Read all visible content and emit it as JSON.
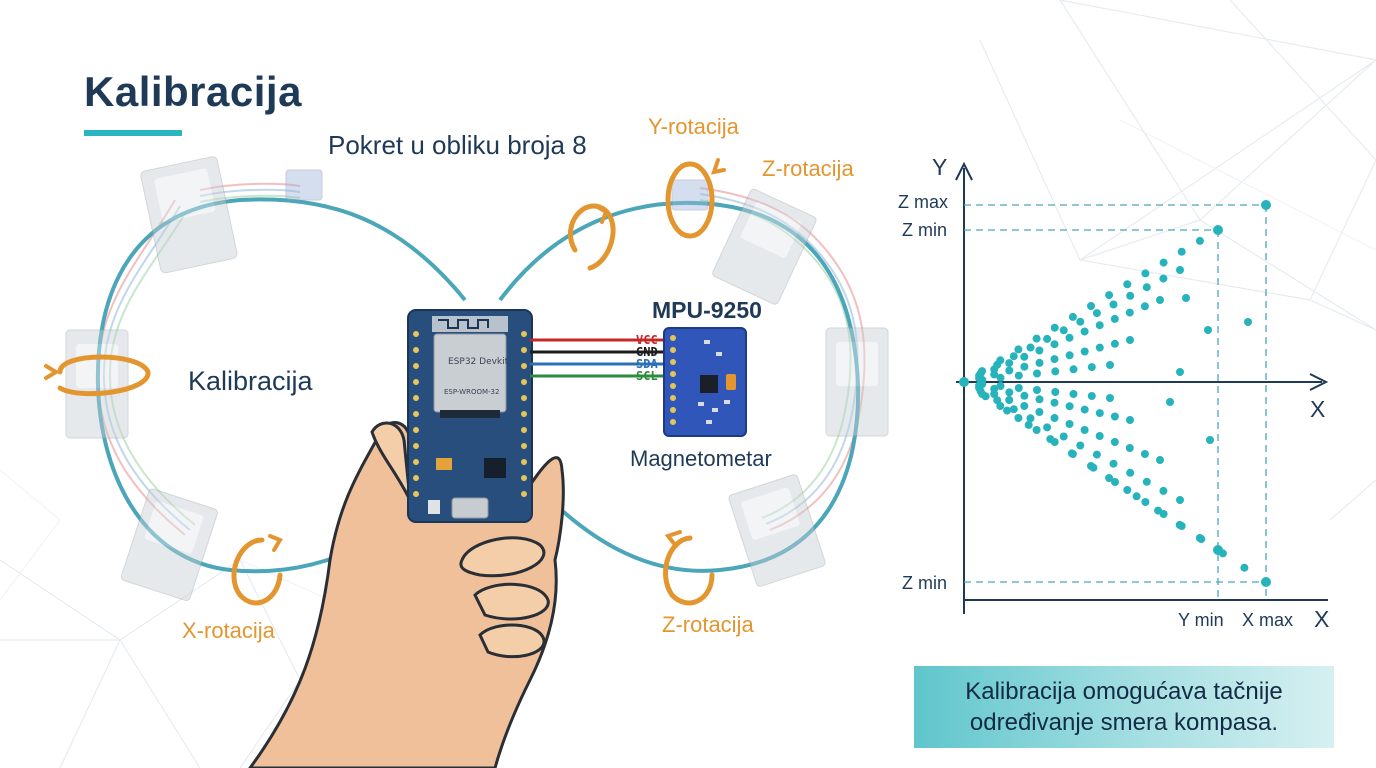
{
  "title": "Kalibracija",
  "subtitle": "Pokret u obliku broja 8",
  "loop_label": "Kalibracija",
  "rotations": {
    "y_top": "Y-rotacija",
    "z_top": "Z-rotacija",
    "x_bottom": "X-rotacija",
    "z_bottom": "Z-rotacija"
  },
  "sensor": {
    "name": "MPU-9250",
    "caption": "Magnetometar",
    "pins": [
      "VCC",
      "GND",
      "SDA",
      "SCL"
    ]
  },
  "board": {
    "chip_line1": "ESP32 Devkit",
    "chip_line2": "ESP-WROOM-32"
  },
  "plot": {
    "y_axis_label": "Y",
    "x_axis_label_right": "X",
    "x_axis_label_bottom": "X",
    "tick_labels": {
      "z_max": "Z max",
      "z_min_top": "Z min",
      "z_min_bottom": "Z min",
      "y_min": "Y min",
      "x_max": "X max"
    }
  },
  "note": {
    "line1": "Kalibracija omogućava tačnije",
    "line2": "određivanje smera kompasa."
  },
  "colors": {
    "accent_teal": "#2bb5c0",
    "path_teal": "#4aa6b8",
    "orange": "#e3962f",
    "navy": "#1f3a57",
    "dots": "#27b3bc",
    "board_blue": "#274e7c",
    "sensor_blue": "#2f56b8"
  }
}
